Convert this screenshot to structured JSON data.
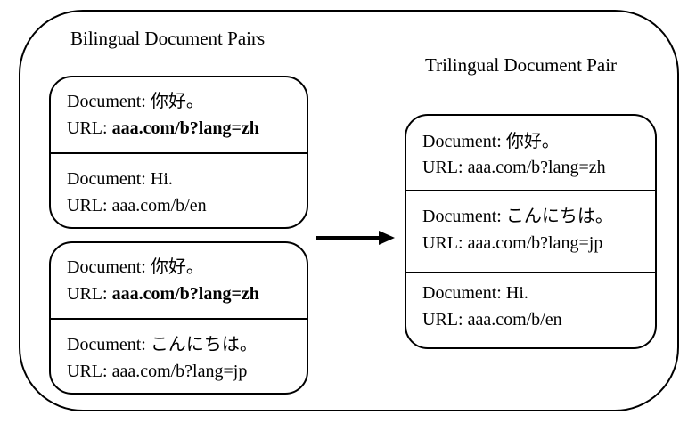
{
  "diagram": {
    "bilingual_title": "Bilingual Document Pairs",
    "trilingual_title": "Trilingual Document Pair",
    "bilingual_pairs": [
      {
        "documents": [
          {
            "doc_label": "Document:",
            "doc_text": "你好。",
            "url_label": "URL:",
            "url": "aaa.com/b?lang=zh"
          },
          {
            "doc_label": "Document:",
            "doc_text": "Hi.",
            "url_label": "URL:",
            "url": "aaa.com/b/en"
          }
        ]
      },
      {
        "documents": [
          {
            "doc_label": "Document:",
            "doc_text": "你好。",
            "url_label": "URL:",
            "url": "aaa.com/b?lang=zh"
          },
          {
            "doc_label": "Document:",
            "doc_text": "こんにちは。",
            "url_label": "URL:",
            "url": "aaa.com/b?lang=jp"
          }
        ]
      }
    ],
    "trilingual_pair": {
      "documents": [
        {
          "doc_label": "Document:",
          "doc_text": "你好。",
          "url_label": "URL:",
          "url": "aaa.com/b?lang=zh"
        },
        {
          "doc_label": "Document:",
          "doc_text": "こんにちは。",
          "url_label": "URL:",
          "url": "aaa.com/b?lang=jp"
        },
        {
          "doc_label": "Document:",
          "doc_text": "Hi.",
          "url_label": "URL:",
          "url": "aaa.com/b/en"
        }
      ]
    }
  }
}
